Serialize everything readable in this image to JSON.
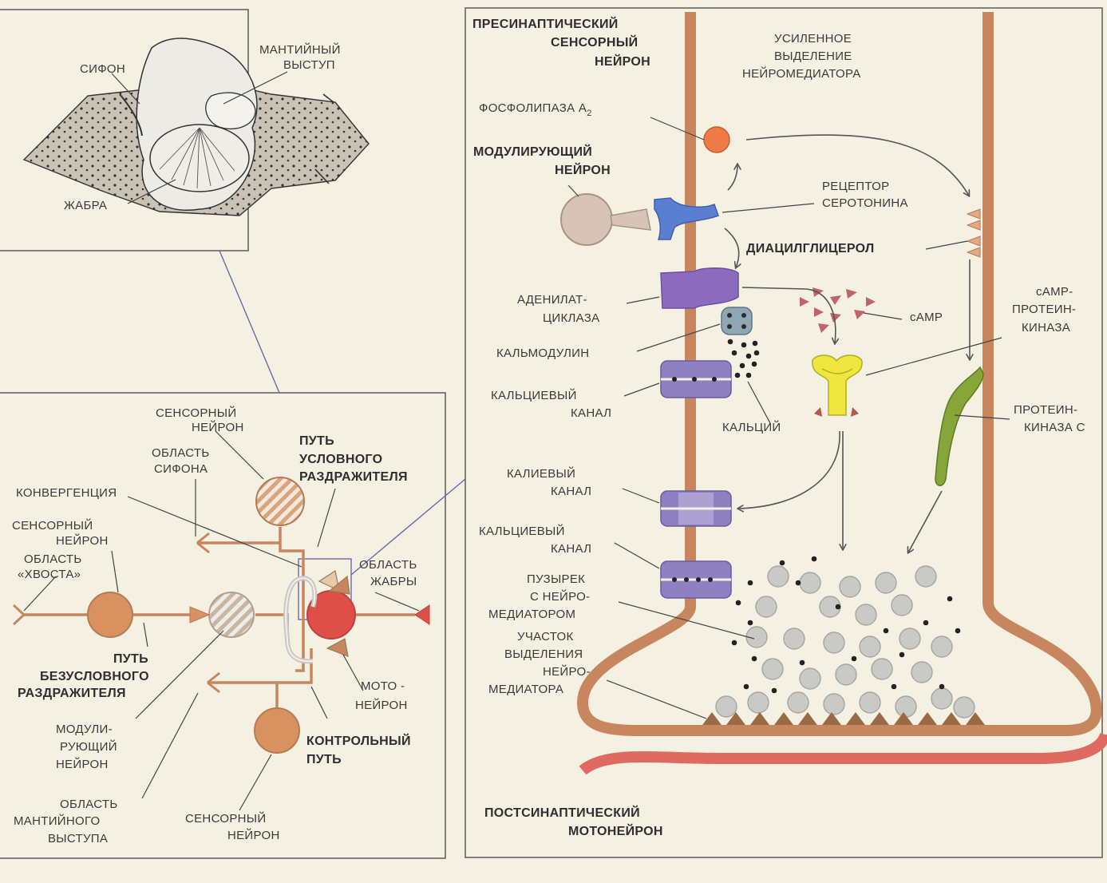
{
  "aplysia": {
    "siphon": "СИФОН",
    "mantle_1": "МАНТИЙНЫЙ",
    "mantle_2": "ВЫСТУП",
    "gill": "ЖАБРА"
  },
  "circuit": {
    "sensory_top_1": "СЕНСОРНЫЙ",
    "sensory_top_2": "НЕЙРОН",
    "siphon_area_1": "ОБЛАСТЬ",
    "siphon_area_2": "СИФОНА",
    "cs_path_1": "ПУТЬ",
    "cs_path_2": "УСЛОВНОГО",
    "cs_path_3": "РАЗДРАЖИТЕЛЯ",
    "convergence": "КОНВЕРГЕНЦИЯ",
    "sensory_left_1": "СЕНСОРНЫЙ",
    "sensory_left_2": "НЕЙРОН",
    "tail_area_1": "ОБЛАСТЬ",
    "tail_area_2": "«ХВОСТА»",
    "gill_area_1": "ОБЛАСТЬ",
    "gill_area_2": "ЖАБРЫ",
    "us_path_1": "ПУТЬ",
    "us_path_2": "БЕЗУСЛОВНОГО",
    "us_path_3": "РАЗДРАЖИТЕЛЯ",
    "motor_1": "МОТО -",
    "motor_2": "НЕЙРОН",
    "modulating_1": "МОДУЛИ-",
    "modulating_2": "РУЮЩИЙ",
    "modulating_3": "НЕЙРОН",
    "control_1": "КОНТРОЛЬНЫЙ",
    "control_2": "ПУТЬ",
    "mantle_area_1": "ОБЛАСТЬ",
    "mantle_area_2": "МАНТИЙНОГО",
    "mantle_area_3": "ВЫСТУПА",
    "sensory_bottom_1": "СЕНСОРНЫЙ",
    "sensory_bottom_2": "НЕЙРОН"
  },
  "synapse": {
    "presyn_1": "ПРЕСИНАПТИЧЕСКИЙ",
    "presyn_2": "СЕНСОРНЫЙ",
    "presyn_3": "НЕЙРОН",
    "enhanced_1": "УСИЛЕННОЕ",
    "enhanced_2": "ВЫДЕЛЕНИЕ",
    "enhanced_3": "НЕЙРОМЕДИАТОРА",
    "pla2": "ФОСФОЛИПАЗА А",
    "pla2_sub": "2",
    "mod_1": "МОДУЛИРУЮЩИЙ",
    "mod_2": "НЕЙРОН",
    "receptor_1": "РЕЦЕПТОР",
    "receptor_2": "СЕРОТОНИНА",
    "dag": "ДИАЦИЛГЛИЦЕРОЛ",
    "ac_1": "АДЕНИЛАТ-",
    "ac_2": "ЦИКЛАЗА",
    "camp": "сАМР",
    "pka_1": "сАМР-",
    "pka_2": "ПРОТЕИН-",
    "pka_3": "КИНАЗА",
    "calmodulin": "КАЛЬМОДУЛИН",
    "ca_ch1_1": "КАЛЬЦИЕВЫЙ",
    "ca_ch1_2": "КАНАЛ",
    "calcium": "КАЛЬЦИЙ",
    "pkc_1": "ПРОТЕИН-",
    "pkc_2": "КИНАЗА С",
    "k_ch_1": "КАЛИЕВЫЙ",
    "k_ch_2": "КАНАЛ",
    "ca_ch2_1": "КАЛЬЦИЕВЫЙ",
    "ca_ch2_2": "КАНАЛ",
    "vesicle_1": "ПУЗЫРЕК",
    "vesicle_2": "С НЕЙРО-",
    "vesicle_3": "МЕДИАТОРОМ",
    "release_1": "УЧАСТОК",
    "release_2": "ВЫДЕЛЕНИЯ",
    "release_3": "НЕЙРО-",
    "release_4": "МЕДИАТОРА",
    "postsyn_1": "ПОСТСИНАПТИЧЕСКИЙ",
    "postsyn_2": "МОТОНЕЙРОН"
  },
  "colors": {
    "background": "#f4f1e3",
    "membrane": "#c8865e",
    "postsynaptic": "#e06a60",
    "neuron_body": "#d9925f",
    "motor_neuron": "#de4f48",
    "phospholipase": "#f07a45",
    "receptor": "#5b7fd0",
    "adenylate_cyclase": "#8d6cc0",
    "channel": "#8f80c2",
    "calmodulin": "#8fa7b2",
    "pka": "#f0e640",
    "pkc": "#86a63a",
    "vesicle": "#c9c9c6"
  }
}
